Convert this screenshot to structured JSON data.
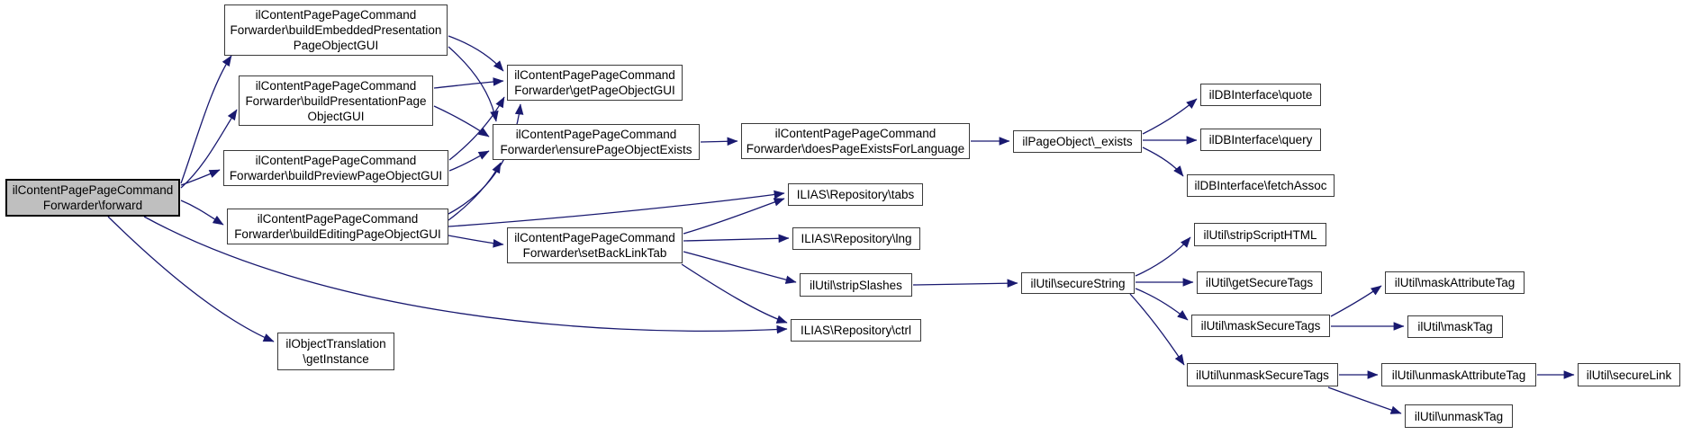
{
  "diagram": {
    "type": "call-graph",
    "tool_style": "doxygen",
    "root": "ilContentPagePageCommandForwarder\\forward"
  },
  "colors": {
    "edge": "#191970",
    "node_border": "#3a3a3a",
    "node_fill": "#ffffff",
    "root_fill": "#bfbfbf",
    "text": "#000000"
  },
  "nodes": [
    {
      "id": "forward",
      "label": "ilContentPagePageCommand\nForwarder\\forward"
    },
    {
      "id": "buildEmbeddedPresentationPageObjectGUI",
      "label": "ilContentPagePageCommand\nForwarder\\buildEmbeddedPresentation\nPageObjectGUI"
    },
    {
      "id": "buildPresentationPageObjectGUI",
      "label": "ilContentPagePageCommand\nForwarder\\buildPresentationPage\nObjectGUI"
    },
    {
      "id": "buildPreviewPageObjectGUI",
      "label": "ilContentPagePageCommand\nForwarder\\buildPreviewPageObjectGUI"
    },
    {
      "id": "buildEditingPageObjectGUI",
      "label": "ilContentPagePageCommand\nForwarder\\buildEditingPageObjectGUI"
    },
    {
      "id": "getPageObjectGUI",
      "label": "ilContentPagePageCommand\nForwarder\\getPageObjectGUI"
    },
    {
      "id": "ensurePageObjectExists",
      "label": "ilContentPagePageCommand\nForwarder\\ensurePageObjectExists"
    },
    {
      "id": "setBackLinkTab",
      "label": "ilContentPagePageCommand\nForwarder\\setBackLinkTab"
    },
    {
      "id": "doesPageExistsForLanguage",
      "label": "ilContentPagePageCommand\nForwarder\\doesPageExistsForLanguage"
    },
    {
      "id": "pageObjectExists",
      "label": "ilPageObject\\_exists"
    },
    {
      "id": "dbQuote",
      "label": "ilDBInterface\\quote"
    },
    {
      "id": "dbQuery",
      "label": "ilDBInterface\\query"
    },
    {
      "id": "dbFetchAssoc",
      "label": "ilDBInterface\\fetchAssoc"
    },
    {
      "id": "repoTabs",
      "label": "ILIAS\\Repository\\tabs"
    },
    {
      "id": "repoLng",
      "label": "ILIAS\\Repository\\lng"
    },
    {
      "id": "stripSlashes",
      "label": "ilUtil\\stripSlashes"
    },
    {
      "id": "repoCtrl",
      "label": "ILIAS\\Repository\\ctrl"
    },
    {
      "id": "secureString",
      "label": "ilUtil\\secureString"
    },
    {
      "id": "stripScriptHTML",
      "label": "ilUtil\\stripScriptHTML"
    },
    {
      "id": "getSecureTags",
      "label": "ilUtil\\getSecureTags"
    },
    {
      "id": "maskSecureTags",
      "label": "ilUtil\\maskSecureTags"
    },
    {
      "id": "maskAttributeTag",
      "label": "ilUtil\\maskAttributeTag"
    },
    {
      "id": "maskTag",
      "label": "ilUtil\\maskTag"
    },
    {
      "id": "unmaskSecureTags",
      "label": "ilUtil\\unmaskSecureTags"
    },
    {
      "id": "unmaskAttributeTag",
      "label": "ilUtil\\unmaskAttributeTag"
    },
    {
      "id": "secureLink",
      "label": "ilUtil\\secureLink"
    },
    {
      "id": "unmaskTag",
      "label": "ilUtil\\unmaskTag"
    },
    {
      "id": "objectTranslationGetInstance",
      "label": "ilObjectTranslation\n\\getInstance"
    }
  ],
  "edges": [
    {
      "from": "forward",
      "to": "buildEmbeddedPresentationPageObjectGUI"
    },
    {
      "from": "forward",
      "to": "buildPresentationPageObjectGUI"
    },
    {
      "from": "forward",
      "to": "buildPreviewPageObjectGUI"
    },
    {
      "from": "forward",
      "to": "buildEditingPageObjectGUI"
    },
    {
      "from": "forward",
      "to": "repoCtrl"
    },
    {
      "from": "forward",
      "to": "objectTranslationGetInstance"
    },
    {
      "from": "buildEmbeddedPresentationPageObjectGUI",
      "to": "getPageObjectGUI"
    },
    {
      "from": "buildEmbeddedPresentationPageObjectGUI",
      "to": "ensurePageObjectExists"
    },
    {
      "from": "buildPresentationPageObjectGUI",
      "to": "getPageObjectGUI"
    },
    {
      "from": "buildPresentationPageObjectGUI",
      "to": "ensurePageObjectExists"
    },
    {
      "from": "buildPreviewPageObjectGUI",
      "to": "getPageObjectGUI"
    },
    {
      "from": "buildPreviewPageObjectGUI",
      "to": "ensurePageObjectExists"
    },
    {
      "from": "buildEditingPageObjectGUI",
      "to": "getPageObjectGUI"
    },
    {
      "from": "buildEditingPageObjectGUI",
      "to": "ensurePageObjectExists"
    },
    {
      "from": "buildEditingPageObjectGUI",
      "to": "setBackLinkTab"
    },
    {
      "from": "buildEditingPageObjectGUI",
      "to": "repoTabs"
    },
    {
      "from": "setBackLinkTab",
      "to": "repoTabs"
    },
    {
      "from": "setBackLinkTab",
      "to": "repoLng"
    },
    {
      "from": "setBackLinkTab",
      "to": "stripSlashes"
    },
    {
      "from": "setBackLinkTab",
      "to": "repoCtrl"
    },
    {
      "from": "ensurePageObjectExists",
      "to": "doesPageExistsForLanguage"
    },
    {
      "from": "doesPageExistsForLanguage",
      "to": "pageObjectExists"
    },
    {
      "from": "pageObjectExists",
      "to": "dbQuote"
    },
    {
      "from": "pageObjectExists",
      "to": "dbQuery"
    },
    {
      "from": "pageObjectExists",
      "to": "dbFetchAssoc"
    },
    {
      "from": "stripSlashes",
      "to": "secureString"
    },
    {
      "from": "secureString",
      "to": "stripScriptHTML"
    },
    {
      "from": "secureString",
      "to": "getSecureTags"
    },
    {
      "from": "secureString",
      "to": "maskSecureTags"
    },
    {
      "from": "secureString",
      "to": "unmaskSecureTags"
    },
    {
      "from": "maskSecureTags",
      "to": "maskAttributeTag"
    },
    {
      "from": "maskSecureTags",
      "to": "maskTag"
    },
    {
      "from": "unmaskSecureTags",
      "to": "unmaskAttributeTag"
    },
    {
      "from": "unmaskSecureTags",
      "to": "unmaskTag"
    },
    {
      "from": "unmaskAttributeTag",
      "to": "secureLink"
    }
  ]
}
